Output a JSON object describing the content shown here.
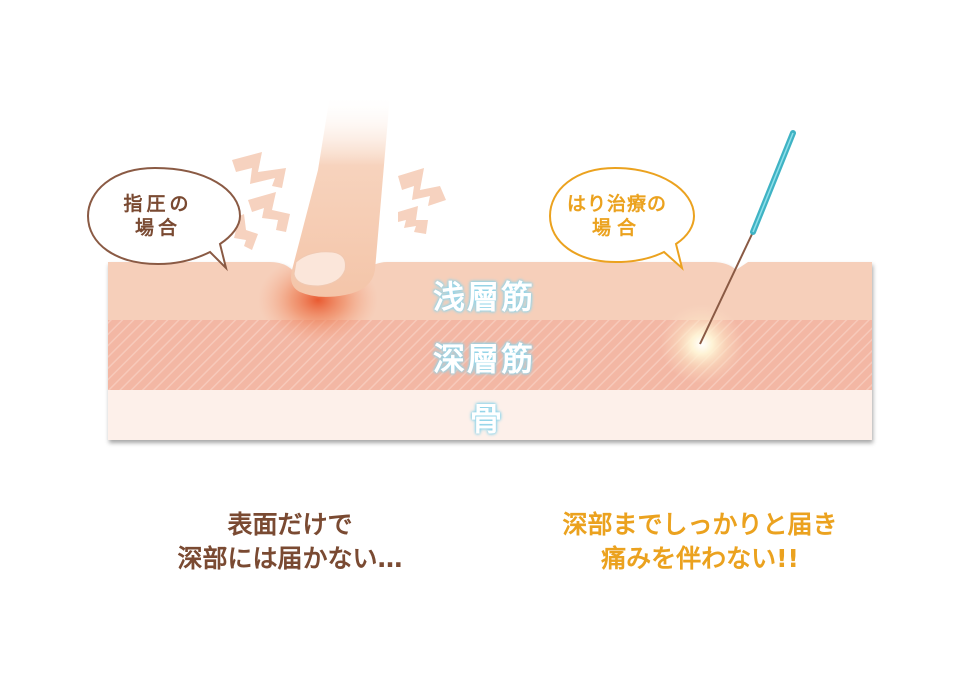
{
  "layers": {
    "superficial": "浅層筋",
    "deep": "深層筋",
    "bone": "骨"
  },
  "left_bubble": {
    "line1": "指圧の",
    "line2": "場合"
  },
  "right_bubble": {
    "line1": "はり治療の",
    "line2": "場合"
  },
  "left_caption": {
    "line1": "表面だけで",
    "line2": "深部には届かない…"
  },
  "right_caption": {
    "line1": "深部までしっかりと届き",
    "line2": "痛みを伴わない!!"
  },
  "colors": {
    "brown": "#7a4a32",
    "orange": "#eba21f",
    "label_glow": "#8fd3e8",
    "needle_handle": "#3fb3c4"
  }
}
